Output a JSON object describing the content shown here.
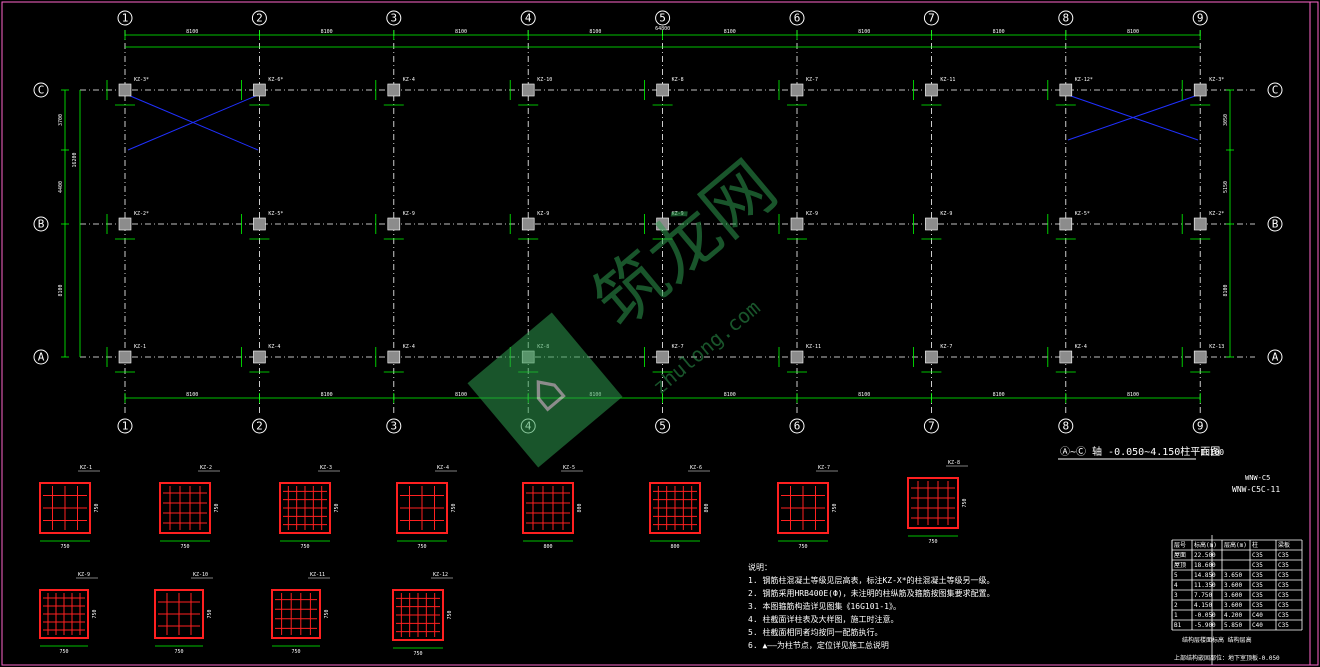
{
  "axes": {
    "columns": [
      "1",
      "2",
      "3",
      "4",
      "5",
      "6",
      "7",
      "8",
      "9"
    ],
    "rows": [
      "C",
      "B",
      "A"
    ]
  },
  "dimensions": {
    "top_spans": [
      "8100",
      "8100",
      "8100",
      "8100",
      "8100",
      "8100",
      "8100",
      "8100"
    ],
    "top_total": "64800",
    "bottom_spans": [
      "8100",
      "8100",
      "8100",
      "8100",
      "8100",
      "8100",
      "8100",
      "8100"
    ],
    "left_spans": [
      "3700",
      "4400",
      "8100"
    ],
    "left_total": "16200",
    "right_spans": [
      "3050",
      "5150",
      "8100"
    ]
  },
  "column_labels": {
    "row_C": [
      "KZ-3*",
      "KZ-6*",
      "KZ-4",
      "KZ-10",
      "KZ-8",
      "KZ-7",
      "KZ-11",
      "KZ-12*",
      "KZ-3*"
    ],
    "row_B": [
      "KZ-2*",
      "KZ-5*",
      "KZ-9",
      "KZ-9",
      "KZ-9",
      "KZ-9",
      "KZ-9",
      "KZ-5*",
      "KZ-2*"
    ],
    "row_A": [
      "KZ-1",
      "KZ-4",
      "KZ-4",
      "KZ-8",
      "KZ-7",
      "KZ-11",
      "KZ-7",
      "KZ-4",
      "KZ-13"
    ]
  },
  "plan_title": "Ⓐ~Ⓒ 轴 -0.050~4.150柱平面图",
  "plan_scale": "1:100",
  "project_titles": [
    "WNW-C5",
    "WNW-C5C-11"
  ],
  "sections": [
    {
      "name": "KZ-1",
      "b": "750",
      "h": "750"
    },
    {
      "name": "KZ-2",
      "b": "750",
      "h": "750"
    },
    {
      "name": "KZ-3",
      "b": "750",
      "h": "750"
    },
    {
      "name": "KZ-4",
      "b": "750",
      "h": "750"
    },
    {
      "name": "KZ-5",
      "b": "800",
      "h": "800"
    },
    {
      "name": "KZ-6",
      "b": "800",
      "h": "800"
    },
    {
      "name": "KZ-7",
      "b": "750",
      "h": "750"
    },
    {
      "name": "KZ-8",
      "b": "750",
      "h": "750"
    },
    {
      "name": "KZ-9",
      "b": "750",
      "h": "750"
    },
    {
      "name": "KZ-10",
      "b": "750",
      "h": "750"
    },
    {
      "name": "KZ-11",
      "b": "750",
      "h": "750"
    },
    {
      "name": "KZ-12",
      "b": "750",
      "h": "750"
    }
  ],
  "notes": {
    "heading": "说明：",
    "items": [
      "1. 钢筋柱混凝土等级见层高表，标注KZ-X*的柱混凝土等级另一级。",
      "2. 钢筋采用HRB400E(Ф)，未注明的柱纵筋及箍筋按图集要求配置。",
      "3. 本图箍筋构造详见图集《16G101-1》。",
      "4. 柱截面详柱表及大样图，施工时注意。",
      "5. 柱截面相同者均按同一配筋执行。",
      "6. ▲——为柱节点，定位详见施工总说明"
    ]
  },
  "level_table": {
    "header": [
      "层号",
      "标高(m)",
      "层高(m)",
      "柱",
      "梁板"
    ],
    "rows": [
      [
        "屋面",
        "22.500",
        "",
        "C35",
        "C35"
      ],
      [
        "屋顶",
        "18.600",
        "",
        "C35",
        "C35"
      ],
      [
        "5",
        "14.850",
        "3.650",
        "C35",
        "C35"
      ],
      [
        "4",
        "11.350",
        "3.600",
        "C35",
        "C35"
      ],
      [
        "3",
        "7.750",
        "3.600",
        "C35",
        "C35"
      ],
      [
        "2",
        "4.150",
        "3.600",
        "C35",
        "C35"
      ],
      [
        "1",
        "-0.050",
        "4.200",
        "C40",
        "C35"
      ],
      [
        "B1",
        "-5.900",
        "5.850",
        "C40",
        "C35"
      ]
    ],
    "footer": "结构层楼面标高 结构层高",
    "sheet_title": "上部结构嵌固部位：地下室顶板-0.050"
  },
  "watermark": {
    "url": "zhulong.com",
    "brand": "筑龙网"
  }
}
